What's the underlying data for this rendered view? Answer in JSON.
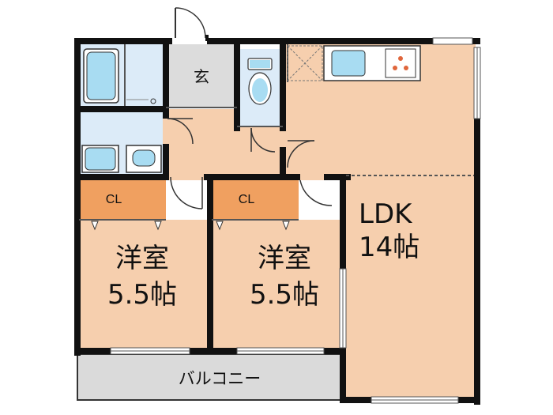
{
  "colors": {
    "room_floor": "#f6cfae",
    "wet_area": "#dcebf8",
    "entrance": "#dcdcdc",
    "closet": "#f0a060",
    "balcony": "#dadada",
    "wall": "#111111",
    "fixture": "#a8dcf2"
  },
  "rooms": {
    "entrance_label": "玄",
    "western_room_1": {
      "name": "洋室",
      "size": "5.5帖"
    },
    "western_room_2": {
      "name": "洋室",
      "size": "5.5帖"
    },
    "ldk": {
      "name": "LDK",
      "size": "14帖"
    },
    "closet_1_label": "CL",
    "closet_2_label": "CL",
    "balcony_label": "バルコニー"
  },
  "icons": [
    "bathtub-icon",
    "washbasin-icon",
    "washing-machine-icon",
    "toilet-icon",
    "kitchen-sink-icon",
    "stove-icon",
    "door-swing-icon",
    "sliding-window-icon",
    "refrigerator-space-icon"
  ]
}
